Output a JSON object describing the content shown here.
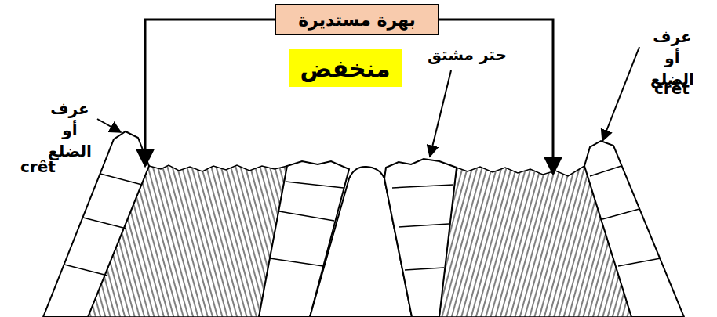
{
  "diagram": {
    "nodes": [
      {
        "text": [
          "بهرة مستديرة"
        ]
      },
      {
        "text": [
          "منخفض"
        ]
      }
    ],
    "labels": [
      "عرف أو الضلع",
      "crêt",
      "حتر مشتق",
      "عرف أو الضلع",
      "crêt"
    ]
  }
}
